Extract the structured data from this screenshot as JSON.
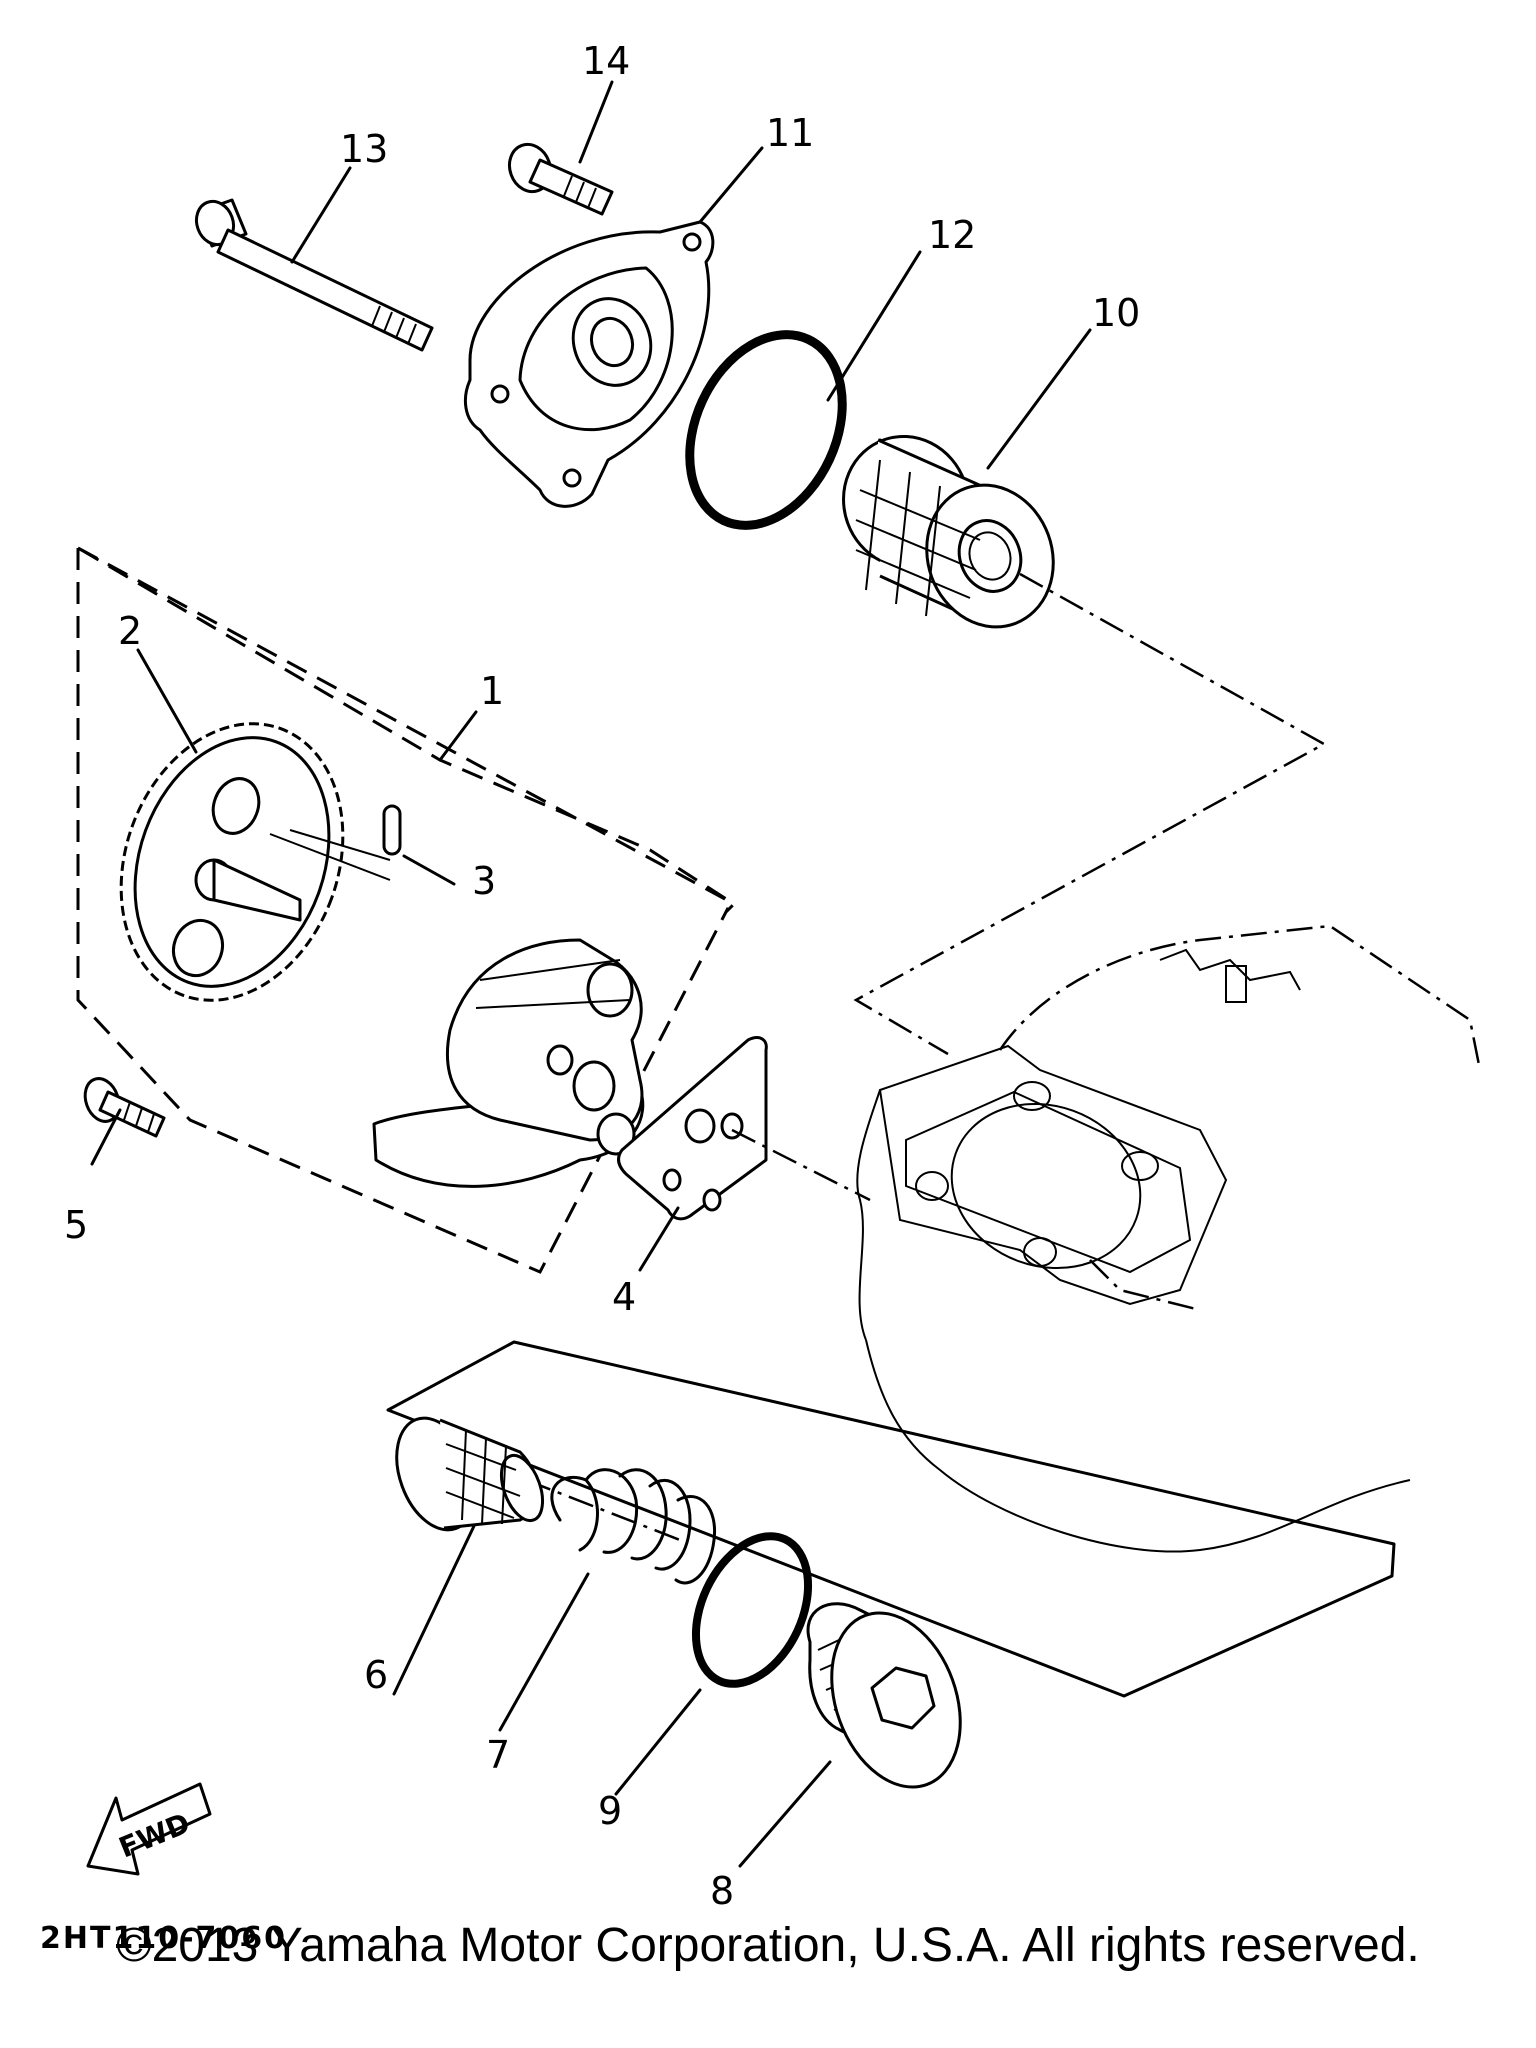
{
  "callouts": [
    {
      "id": "1",
      "label": "1"
    },
    {
      "id": "2",
      "label": "2"
    },
    {
      "id": "3",
      "label": "3"
    },
    {
      "id": "4",
      "label": "4"
    },
    {
      "id": "5",
      "label": "5"
    },
    {
      "id": "6",
      "label": "6"
    },
    {
      "id": "7",
      "label": "7"
    },
    {
      "id": "8",
      "label": "8"
    },
    {
      "id": "9",
      "label": "9"
    },
    {
      "id": "10",
      "label": "10"
    },
    {
      "id": "11",
      "label": "11"
    },
    {
      "id": "12",
      "label": "12"
    },
    {
      "id": "13",
      "label": "13"
    },
    {
      "id": "14",
      "label": "14"
    }
  ],
  "fwd_label": "FWD",
  "diagram_code": "2HT110-7060",
  "copyright": "©2013 Yamaha Motor Corporation, U.S.A. All rights reserved."
}
